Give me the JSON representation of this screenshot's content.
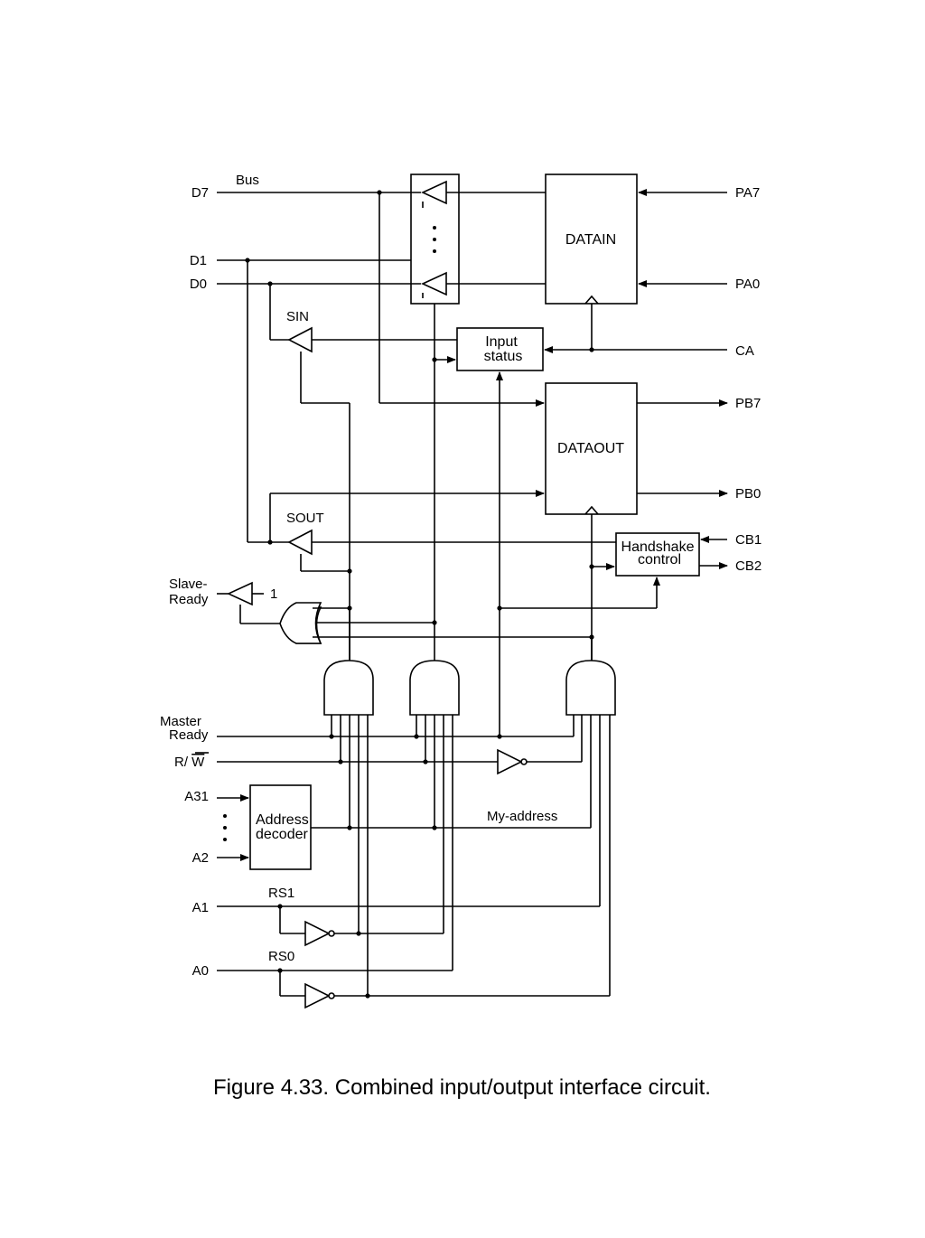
{
  "caption": "Figure 4.33.  Combined input/output interface circuit.",
  "labels": {
    "bus": "Bus",
    "d7": "D7",
    "d1": "D1",
    "d0": "D0",
    "pa7": "PA7",
    "pa0": "PA0",
    "ca": "CA",
    "pb7": "PB7",
    "pb0": "PB0",
    "cb1": "CB1",
    "cb2": "CB2",
    "sin": "SIN",
    "sout": "SOUT",
    "slave_ready_1": "Slave-",
    "slave_ready_2": "Ready",
    "one": "1",
    "master_ready_1": "Master",
    "master_ready_2": "Ready",
    "rw_prefix": "R/ ",
    "rw_w": "W",
    "a31": "A31",
    "a2": "A2",
    "a1": "A1",
    "a0": "A0",
    "rs1": "RS1",
    "rs0": "RS0",
    "my_address": "My-address"
  },
  "blocks": {
    "datain": "DATAIN",
    "dataout": "DATAOUT",
    "input_status_1": "Input",
    "input_status_2": "status",
    "handshake_1": "Handshake",
    "handshake_2": "control",
    "decoder_1": "Address",
    "decoder_2": "decoder"
  }
}
